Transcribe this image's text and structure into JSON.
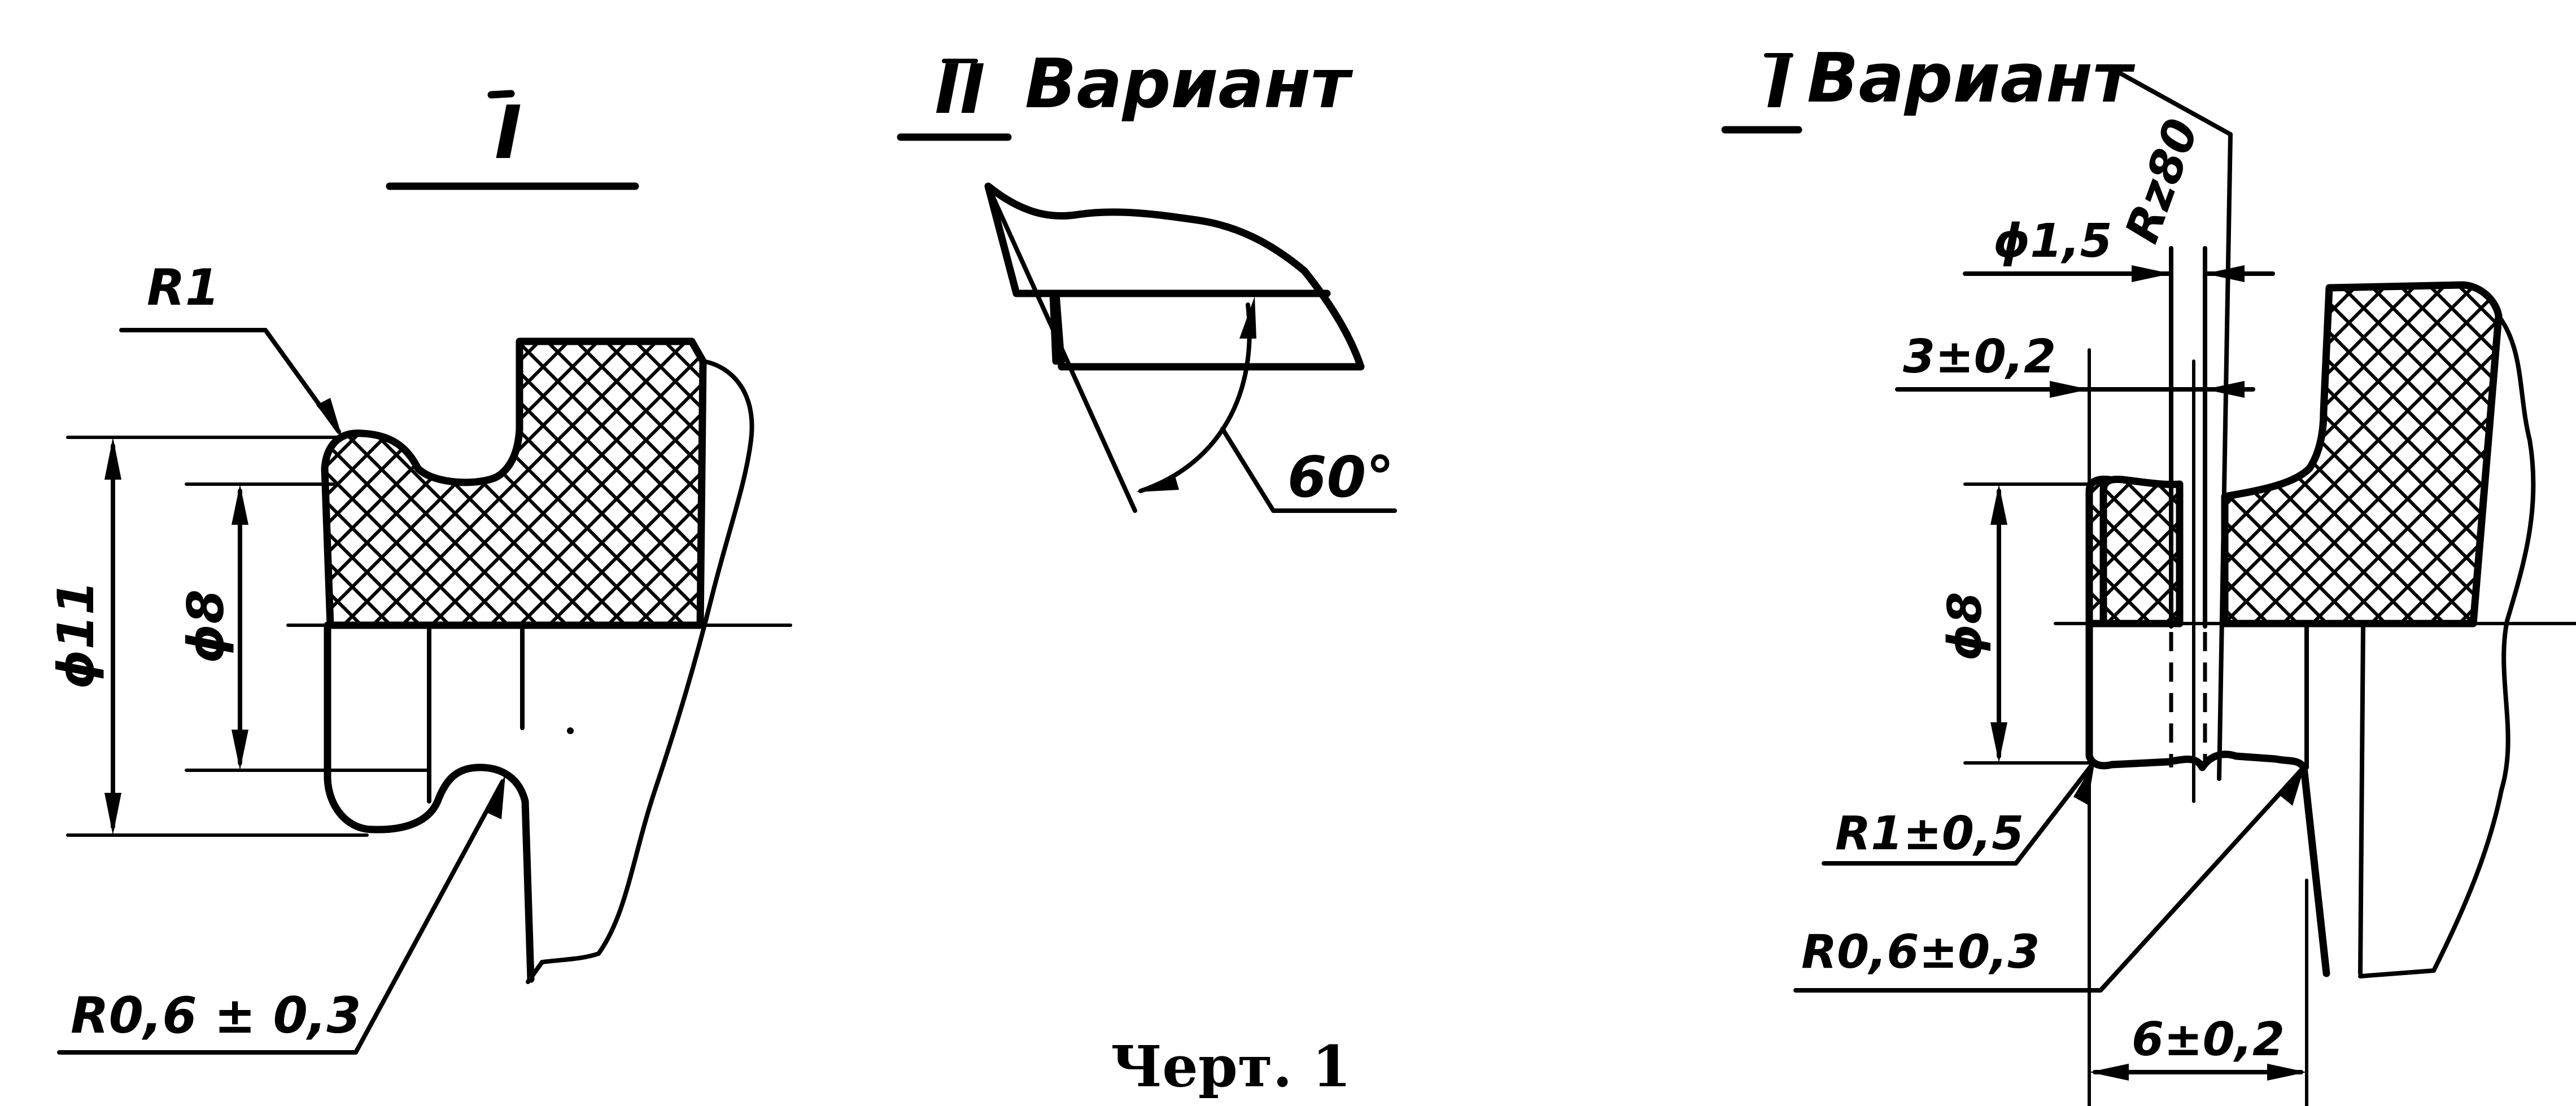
{
  "views": {
    "detail": {
      "roman": "I"
    },
    "variant2": {
      "roman": "II",
      "word": "Вариант",
      "angle": "60°"
    },
    "variant1": {
      "roman": "I",
      "word": "Вариант"
    }
  },
  "dimensions": {
    "r1": "R1",
    "d11": "ϕ11",
    "d8_left": "ϕ8",
    "r06_left": "R0,6 ± 0,3",
    "d15": "ϕ1,5",
    "rz80": "Rz80",
    "three": "3±0,2",
    "d8_right": "ϕ8",
    "r1_tol": "R1±0,5",
    "r06_right": "R0,6±0,3",
    "six": "6±0,2"
  },
  "caption": "Черт. 1"
}
